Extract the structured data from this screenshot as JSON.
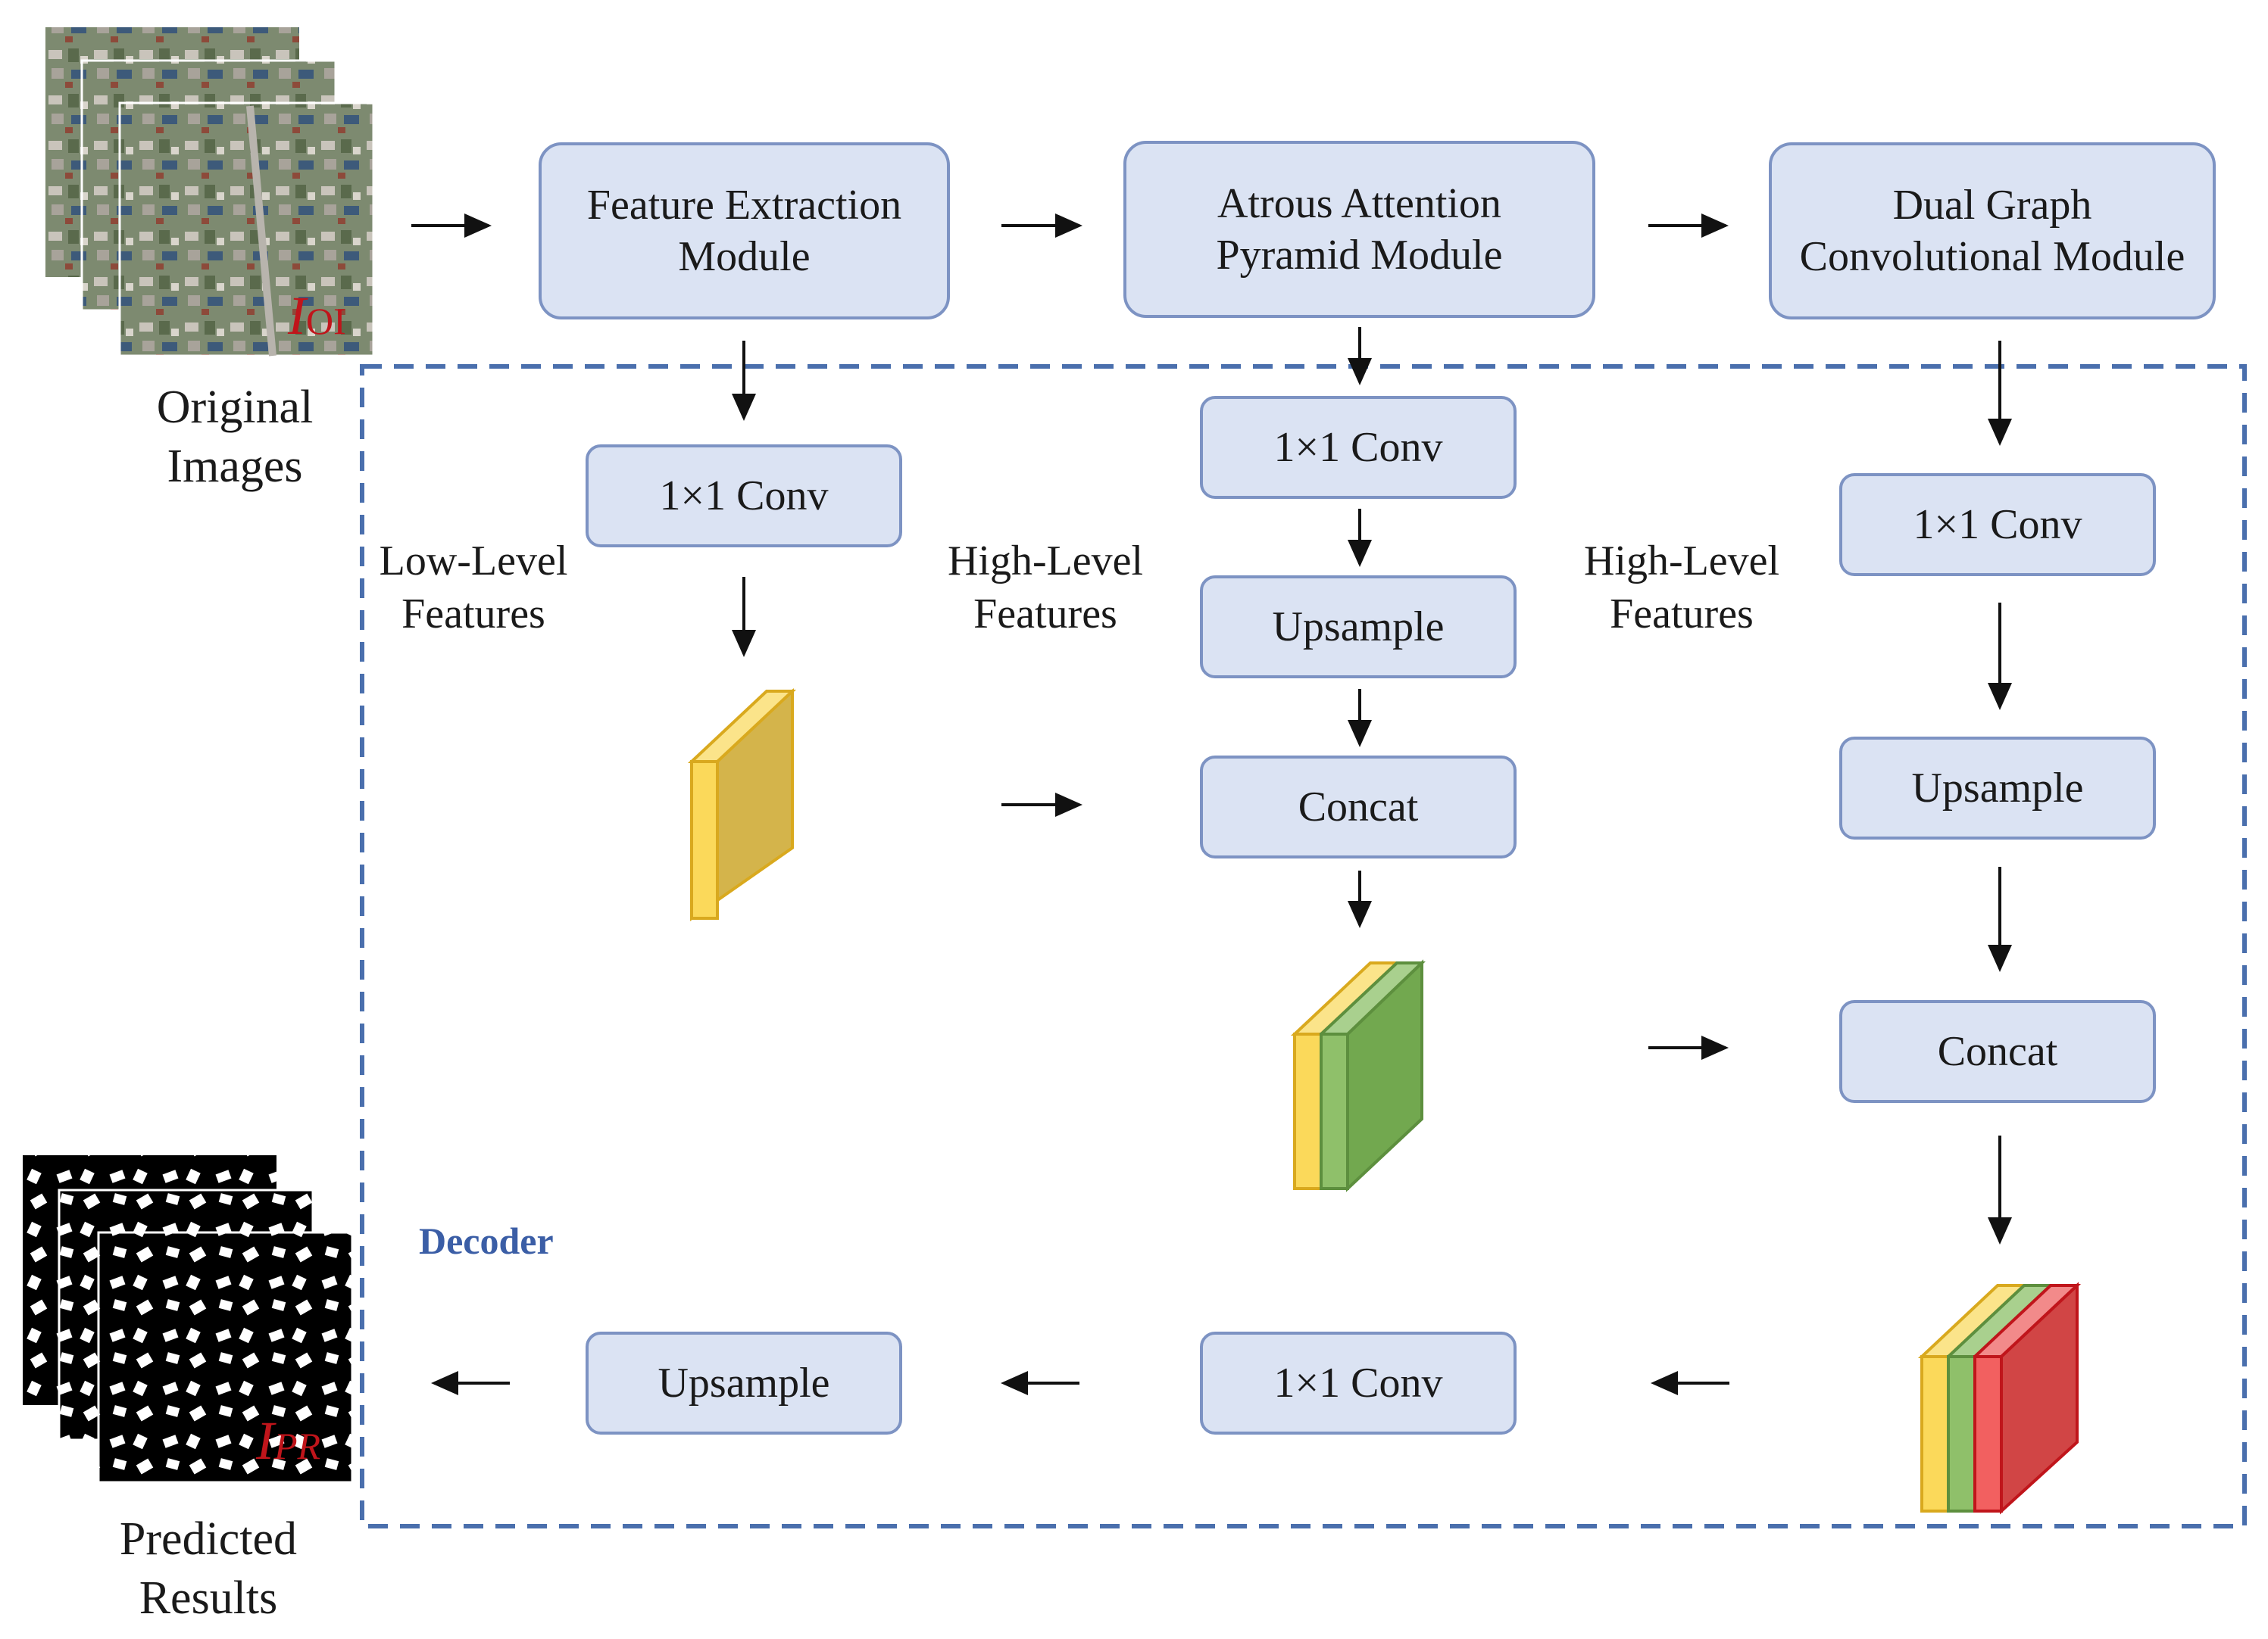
{
  "inputs": {
    "label_line1": "Original",
    "label_line2": "Images",
    "tag_main": "I",
    "tag_sub": "OI"
  },
  "outputs": {
    "label_line1": "Predicted",
    "label_line2": "Results",
    "tag_main": "I",
    "tag_sub": "PR"
  },
  "encoder": {
    "feature_extraction_line1": "Feature Extraction",
    "feature_extraction_line2": "Module",
    "atrous_line1": "Atrous Attention",
    "atrous_line2": "Pyramid Module",
    "dual_graph_line1": "Dual Graph",
    "dual_graph_line2": "Convolutional Module"
  },
  "decoder": {
    "title": "Decoder",
    "col1": {
      "conv": "1×1 Conv"
    },
    "col2": {
      "conv": "1×1 Conv",
      "upsample": "Upsample",
      "concat": "Concat"
    },
    "col3": {
      "conv": "1×1 Conv",
      "upsample": "Upsample",
      "concat": "Concat"
    },
    "bottom": {
      "conv": "1×1 Conv",
      "upsample": "Upsample"
    },
    "low_level_line1": "Low-Level",
    "low_level_line2": "Features",
    "high_level_a_line1": "High-Level",
    "high_level_a_line2": "Features",
    "high_level_b_line1": "High-Level",
    "high_level_b_line2": "Features"
  },
  "colors": {
    "box_fill": "#dbe3f3",
    "box_border": "#7d93c3",
    "dashed_border": "#4a6fad",
    "yellow": "#f9d85a",
    "green": "#72a84f",
    "red": "#e24a4a",
    "tag": "#c0151b"
  }
}
